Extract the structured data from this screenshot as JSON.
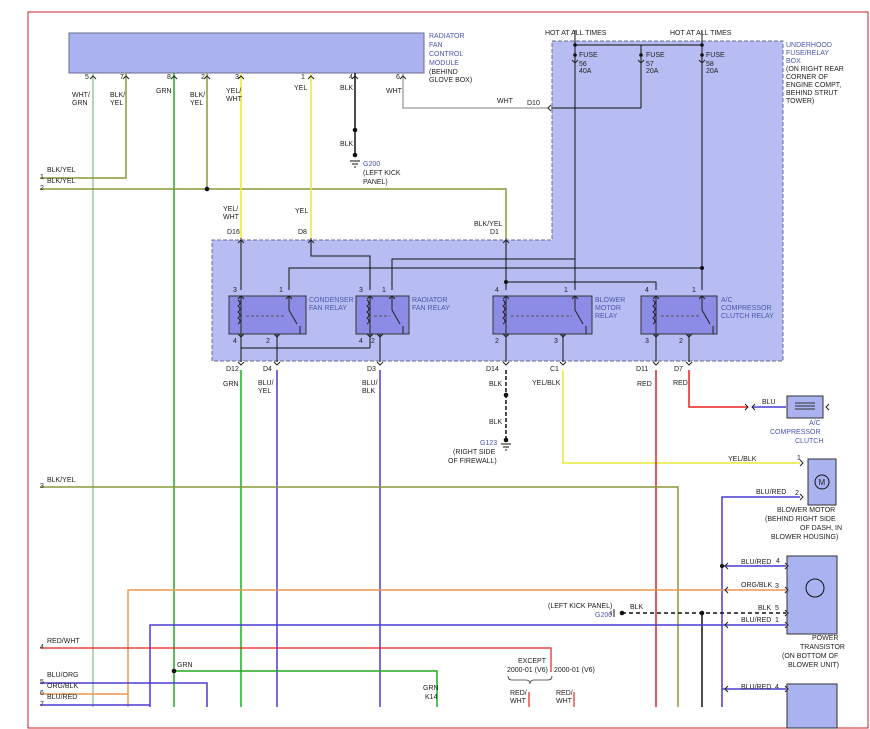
{
  "colors": {
    "box_fill": "#aab2f0",
    "box_stroke": "#6a6a90",
    "label_blue": "#4a56b0",
    "wire_green": "#22aa22",
    "wire_yellow": "#e8e83a",
    "wire_blue": "#4a3cd0",
    "wire_red": "#e82020",
    "wire_olive": "#8a9a3a",
    "wire_orange": "#e89a50",
    "wire_grey": "#aaaaaa",
    "wire_black": "#111111",
    "wire_lightgreen": "#99cc99"
  },
  "modules": {
    "rfcm": {
      "lines": [
        "RADIATOR",
        "FAN",
        "CONTROL",
        "MODULE"
      ],
      "note": [
        "(BEHIND",
        "GLOVE BOX)"
      ]
    },
    "fusebox": {
      "lines": [
        "UNDERHOOD",
        "FUSE/RELAY",
        "BOX"
      ],
      "note": [
        "(ON RIGHT REAR",
        "CORNER OF",
        "ENGINE COMPT,",
        "BEHIND STRUT",
        "TOWER)"
      ]
    },
    "hot1": "HOT AT ALL TIMES",
    "hot2": "HOT AT ALL TIMES",
    "fuses": [
      {
        "l1": "FUSE",
        "l2": "56",
        "l3": "40A"
      },
      {
        "l1": "FUSE",
        "l2": "57",
        "l3": "20A"
      },
      {
        "l1": "FUSE",
        "l2": "58",
        "l3": "20A"
      }
    ],
    "relays": [
      {
        "l1": "CONDENSER",
        "l2": "FAN RELAY",
        "l3": ""
      },
      {
        "l1": "RADIATOR",
        "l2": "FAN RELAY",
        "l3": ""
      },
      {
        "l1": "BLOWER",
        "l2": "MOTOR",
        "l3": "RELAY"
      },
      {
        "l1": "A/C",
        "l2": "COMPRESSOR",
        "l3": "CLUTCH RELAY"
      }
    ],
    "compressor": [
      "A/C",
      "COMPRESSOR",
      "CLUTCH"
    ],
    "blower_motor": {
      "name": "BLOWER MOTOR",
      "note": [
        "(BEHIND RIGHT SIDE",
        "OF DASH, IN",
        "BLOWER HOUSING)"
      ]
    },
    "power_transistor": {
      "name": [
        "POWER",
        "TRANSISTOR"
      ],
      "note": [
        "(ON BOTTOM OF",
        "BLOWER UNIT)"
      ]
    },
    "ground_g200_top": {
      "id": "G200",
      "note": [
        "(LEFT KICK",
        "PANEL)"
      ]
    },
    "ground_g123": {
      "id": "G123",
      "note": [
        "(RIGHT SIDE",
        "OF FIREWALL)"
      ]
    },
    "ground_g200_bottom": {
      "id": "G200",
      "note": "(LEFT KICK PANEL)"
    },
    "except_note": {
      "l1": "EXCEPT",
      "l2": "2000-01 (V6)",
      "l3": "2000-01 (V6)"
    }
  },
  "pin_labels": {
    "rfcm": [
      "5",
      "7",
      "8",
      "2",
      "3",
      "1",
      "4",
      "6"
    ],
    "left_edge": [
      "1",
      "2",
      "3",
      "4",
      "5",
      "6",
      "7"
    ],
    "relay_pins": [
      "3",
      "1",
      "3",
      "1",
      "4",
      "1",
      "4",
      "1",
      "4",
      "2",
      "4",
      "2",
      "2",
      "3",
      "3",
      "2"
    ],
    "right_pins": [
      "1",
      "2",
      "4",
      "3",
      "5",
      "1",
      "4"
    ]
  },
  "wire_labels": {
    "rfcm_wires": [
      "WHT/\nGRN",
      "BLK/\nYEL",
      "GRN",
      "BLK/\nYEL",
      "YEL/\nWHT",
      "YEL",
      "BLK",
      "WHT"
    ],
    "blk_ground": "BLK",
    "wht_d10": "WHT",
    "left_inputs": [
      "BLK/YEL",
      "BLK/YEL",
      "BLK/YEL",
      "RED/WHT",
      "BLU/ORG",
      "ORG/BLK",
      "BLU/RED"
    ],
    "fuse_top": [
      "YEL/\nWHT",
      "YEL",
      "BLK/YEL"
    ],
    "connectors_top": [
      "D16",
      "D8",
      "D1",
      "D10"
    ],
    "connectors_bottom": [
      "D12",
      "D4",
      "D3",
      "D14",
      "C1",
      "D11",
      "D7"
    ],
    "bottom_wires": [
      "GRN",
      "BLU/\nYEL",
      "BLU/\nBLK",
      "BLK",
      "YEL/BLK",
      "RED",
      "RED"
    ],
    "blk_g123": "BLK",
    "blu_comp": "BLU",
    "right_wires": [
      "YEL/BLK",
      "BLU/RED",
      "BLU/RED",
      "ORG/BLK",
      "BLK",
      "BLU/RED",
      "BLU/RED"
    ],
    "grn_mid": "GRN",
    "grn_k14": [
      "GRN",
      "K14"
    ],
    "bottom_red": [
      "RED/\nWHT",
      "RED/\nWHT"
    ],
    "blk_bottom": "BLK"
  }
}
